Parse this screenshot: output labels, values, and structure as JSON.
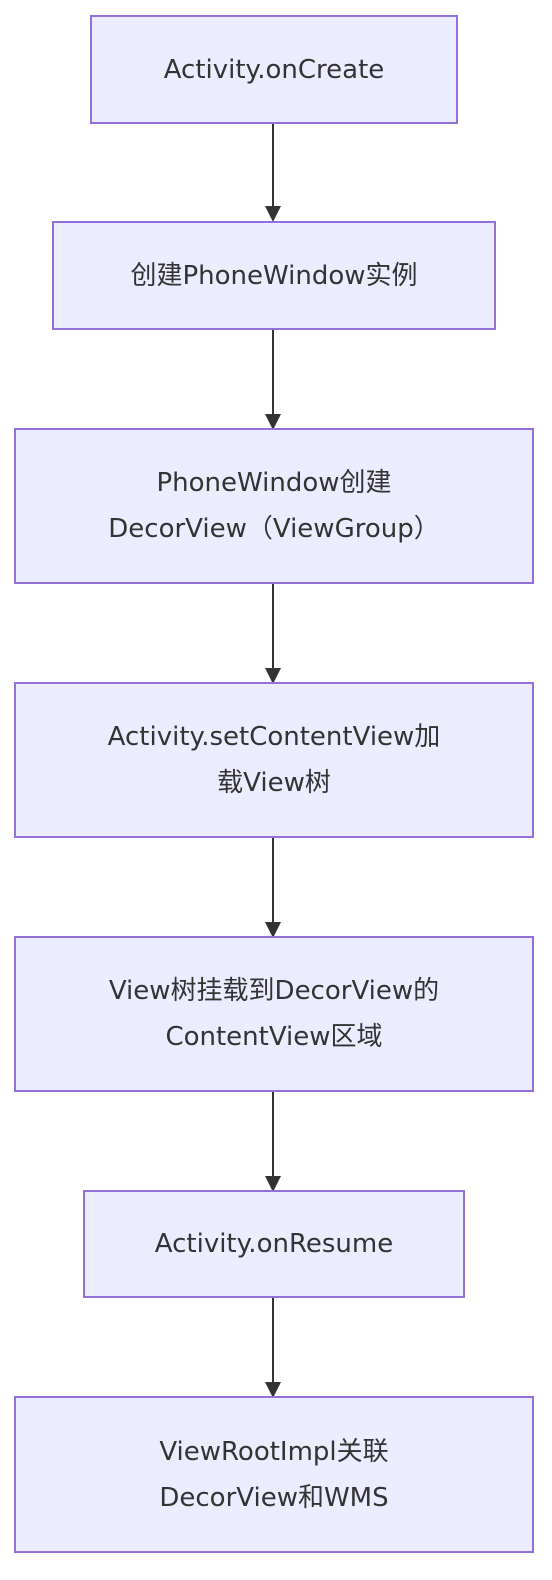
{
  "colors": {
    "node_fill": "#ececff",
    "node_border": "#9370db",
    "edge": "#333333",
    "text": "#333333"
  },
  "nodes": [
    {
      "lines": [
        "Activity.onCreate"
      ]
    },
    {
      "lines": [
        "创建PhoneWindow实例"
      ]
    },
    {
      "lines": [
        "PhoneWindow创建",
        "DecorView（ViewGroup）"
      ]
    },
    {
      "lines": [
        "Activity.setContentView加",
        "载View树"
      ]
    },
    {
      "lines": [
        "View树挂载到DecorView的",
        "ContentView区域"
      ]
    },
    {
      "lines": [
        "Activity.onResume"
      ]
    },
    {
      "lines": [
        "ViewRootImpl关联",
        "DecorView和WMS"
      ]
    }
  ]
}
